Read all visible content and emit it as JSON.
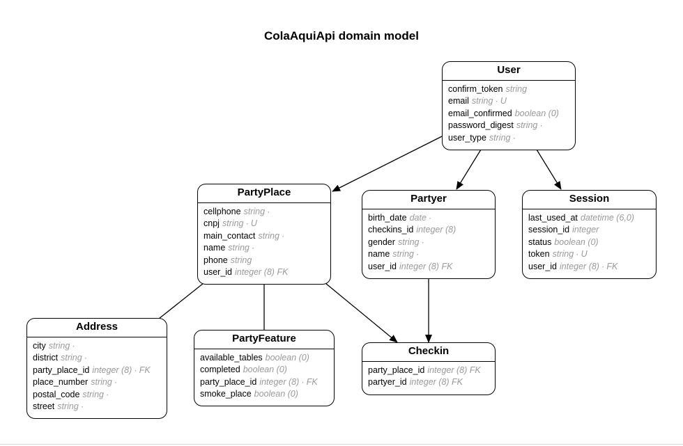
{
  "diagram": {
    "title": "ColaAquiApi domain model",
    "entities": {
      "user": {
        "name": "User",
        "attributes": [
          {
            "name": "confirm_token",
            "type": "string"
          },
          {
            "name": "email",
            "type": "string ∙ U"
          },
          {
            "name": "email_confirmed",
            "type": "boolean (0)"
          },
          {
            "name": "password_digest",
            "type": "string ∙"
          },
          {
            "name": "user_type",
            "type": "string ∙"
          }
        ]
      },
      "partyplace": {
        "name": "PartyPlace",
        "attributes": [
          {
            "name": "cellphone",
            "type": "string ∙"
          },
          {
            "name": "cnpj",
            "type": "string ∙ U"
          },
          {
            "name": "main_contact",
            "type": "string ∙"
          },
          {
            "name": "name",
            "type": "string ∙"
          },
          {
            "name": "phone",
            "type": "string"
          },
          {
            "name": "user_id",
            "type": "integer (8) FK"
          }
        ]
      },
      "partyer": {
        "name": "Partyer",
        "attributes": [
          {
            "name": "birth_date",
            "type": "date ∙"
          },
          {
            "name": "checkins_id",
            "type": "integer (8)"
          },
          {
            "name": "gender",
            "type": "string ∙"
          },
          {
            "name": "name",
            "type": "string ∙"
          },
          {
            "name": "user_id",
            "type": "integer (8) FK"
          }
        ]
      },
      "session": {
        "name": "Session",
        "attributes": [
          {
            "name": "last_used_at",
            "type": "datetime (6,0)"
          },
          {
            "name": "session_id",
            "type": "integer"
          },
          {
            "name": "status",
            "type": "boolean (0)"
          },
          {
            "name": "token",
            "type": "string ∙ U"
          },
          {
            "name": "user_id",
            "type": "integer (8) ∙ FK"
          }
        ]
      },
      "address": {
        "name": "Address",
        "attributes": [
          {
            "name": "city",
            "type": "string ∙"
          },
          {
            "name": "district",
            "type": "string ∙"
          },
          {
            "name": "party_place_id",
            "type": "integer (8) ∙ FK"
          },
          {
            "name": "place_number",
            "type": "string ∙"
          },
          {
            "name": "postal_code",
            "type": "string ∙"
          },
          {
            "name": "street",
            "type": "string ∙"
          }
        ]
      },
      "partyfeature": {
        "name": "PartyFeature",
        "attributes": [
          {
            "name": "available_tables",
            "type": "boolean (0)"
          },
          {
            "name": "completed",
            "type": "boolean (0)"
          },
          {
            "name": "party_place_id",
            "type": "integer (8) ∙ FK"
          },
          {
            "name": "smoke_place",
            "type": "boolean (0)"
          }
        ]
      },
      "checkin": {
        "name": "Checkin",
        "attributes": [
          {
            "name": "party_place_id",
            "type": "integer (8) FK"
          },
          {
            "name": "partyer_id",
            "type": "integer (8) FK"
          }
        ]
      }
    }
  }
}
